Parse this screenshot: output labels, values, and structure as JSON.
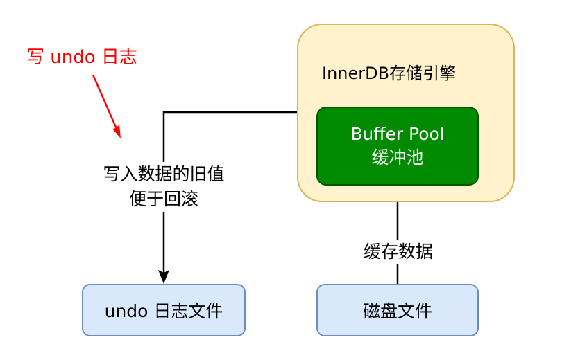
{
  "note": {
    "text": "写 undo 日志",
    "color": "#ff0000"
  },
  "engine": {
    "label": "InnerDB存储引擎",
    "fill": "#fff2cc",
    "stroke": "#d6b656"
  },
  "buffer_pool": {
    "line1": "Buffer Pool",
    "line2": "缓冲池",
    "fill": "#008a00"
  },
  "undo_file": {
    "label": "undo 日志文件",
    "fill": "#dae8fc",
    "stroke": "#6c8ebf"
  },
  "disk_file": {
    "label": "磁盘文件",
    "fill": "#dae8fc",
    "stroke": "#6c8ebf"
  },
  "edges": {
    "write_old_line1": "写入数据的旧值",
    "write_old_line2": "便于回滚",
    "cache_data": "缓存数据"
  }
}
